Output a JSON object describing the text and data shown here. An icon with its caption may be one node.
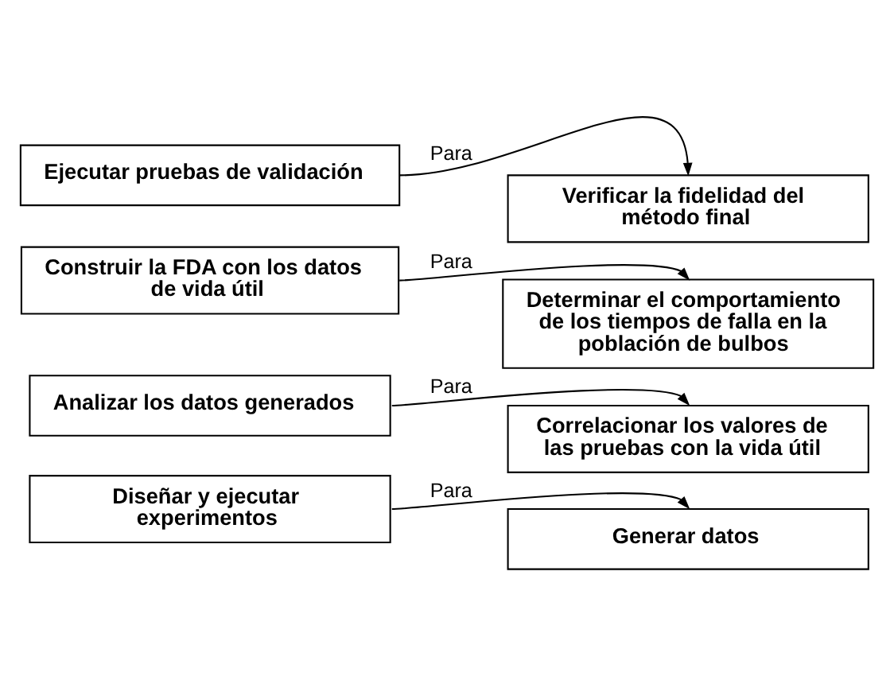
{
  "diagram": {
    "nodes": [
      {
        "text": [
          "Diseñar y ejecutar experimentos"
        ]
      },
      {
        "text": [
          "Generar datos"
        ]
      },
      {
        "text": [
          "Analizar los datos generados"
        ]
      },
      {
        "text": [
          "Correlacionar los valores de las pruebas con la vida útil"
        ]
      },
      {
        "text": [
          "Construir la FDA con los datos de vida útil"
        ]
      },
      {
        "text": [
          "Determinar el comportamiento de los tiempos de falla en la población de bulbos"
        ]
      },
      {
        "text": [
          "Ejecutar pruebas de validación"
        ]
      },
      {
        "text": [
          "Verificar la fidelidad del método final"
        ]
      }
    ],
    "edges": [
      {
        "from": 0,
        "to": 1,
        "arrow": "to",
        "label": "Para"
      },
      {
        "from": 2,
        "to": 3,
        "arrow": "to",
        "label": "Para"
      },
      {
        "from": 4,
        "to": 5,
        "arrow": "to",
        "label": "Para"
      },
      {
        "from": 6,
        "to": 7,
        "arrow": "to",
        "label": "Para"
      }
    ]
  }
}
